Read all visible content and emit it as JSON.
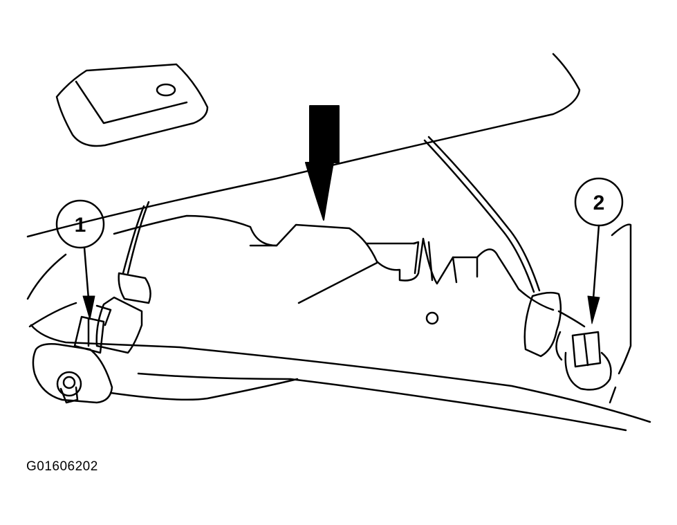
{
  "callouts": [
    {
      "label": "1"
    },
    {
      "label": "2"
    }
  ],
  "figure_id": "G01606202",
  "line_color": "#000000",
  "background_color": "#ffffff"
}
